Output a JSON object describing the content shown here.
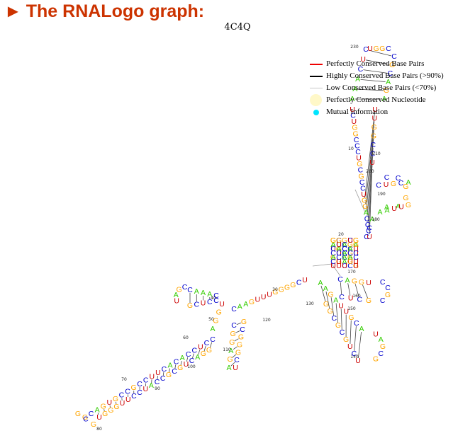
{
  "heading": {
    "arrow": "►",
    "text": "The RNALogo graph:"
  },
  "graph_title": "4C4Q",
  "legend": [
    {
      "label": "Perfectly Conserved Base Pairs",
      "swatch": "red-line"
    },
    {
      "label": "Highly Conserved Base Pairs (>90%)",
      "swatch": "black-line"
    },
    {
      "label": "Low Conserved Base Pairs (<70%)",
      "swatch": "gray-line"
    },
    {
      "label": "Perfectly Conserved Nucleotide",
      "swatch": "yellow-circle"
    },
    {
      "label": "Mutual Information",
      "swatch": "cyan-dot"
    }
  ],
  "colors": {
    "A": "#33cc00",
    "C": "#0000cc",
    "G": "#ffa500",
    "U": "#cc0000",
    "heading": "#cc3300",
    "highlight": "#fff8c8",
    "mutual_information": "#00e5ff"
  },
  "position_labels": [
    "10",
    "20",
    "30",
    "40",
    "50",
    "60",
    "70",
    "80",
    "90",
    "100",
    "110",
    "120",
    "130",
    "140",
    "150",
    "160",
    "170",
    "180",
    "190",
    "200",
    "210",
    "230"
  ],
  "nucleotides": [
    "U",
    "C",
    "C",
    "C",
    "A",
    "G",
    "G",
    "U",
    "C",
    "C",
    "G",
    "C",
    "G",
    "U",
    "C",
    "C",
    "C",
    "G",
    "G",
    "U",
    "C",
    "U",
    "A",
    "A",
    "A",
    "C",
    "U",
    "C",
    "U",
    "G",
    "G",
    "C",
    "C",
    "G",
    "C",
    "A",
    "G",
    "A",
    "U",
    "U",
    "G",
    "G",
    "C",
    "C",
    "U",
    "C",
    "U",
    "G",
    "C",
    "A",
    "C",
    "C",
    "G",
    "G",
    "A",
    "A",
    "G",
    "U",
    "U",
    "A",
    "A",
    "A",
    "C",
    "C",
    "U",
    "C",
    "G",
    "G",
    "G",
    "G",
    "U",
    "U",
    "U",
    "G",
    "A",
    "A",
    "C",
    "U",
    "G",
    "G",
    "A",
    "G",
    "C",
    "G",
    "G",
    "G",
    "C",
    "U",
    "A",
    "G",
    "A",
    "G",
    "G",
    "C",
    "C",
    "C",
    "U",
    "C",
    "G",
    "U",
    "A",
    "G",
    "C",
    "C",
    "A",
    "A",
    "A",
    "C",
    "C",
    "C",
    "U",
    "C",
    "C",
    "A",
    "C",
    "A",
    "C",
    "U",
    "U",
    "C",
    "C",
    "G",
    "C",
    "C",
    "G",
    "U",
    "G",
    "A",
    "C",
    "G",
    "G",
    "C",
    "G",
    "U",
    "G",
    "G",
    "G",
    "U",
    "U",
    "C",
    "C",
    "U",
    "A",
    "C",
    "C",
    "G",
    "C",
    "G",
    "U",
    "C",
    "A",
    "G",
    "G",
    "A",
    "A",
    "G",
    "A",
    "U",
    "U",
    "G",
    "C",
    "A",
    "U",
    "A",
    "G",
    "C",
    "G",
    "U",
    "C",
    "U",
    "G",
    "C",
    "G",
    "C",
    "G",
    "G",
    "C",
    "A",
    "G",
    "G",
    "U",
    "C",
    "C",
    "G",
    "C",
    "G",
    "C",
    "U",
    "C",
    "G",
    "A",
    "G",
    "A",
    "G",
    "U",
    "U",
    "C",
    "A",
    "C",
    "U",
    "G",
    "G",
    "C",
    "C",
    "A",
    "U",
    "U",
    "C",
    "U",
    "G",
    "G",
    "C",
    "C",
    "G",
    "C",
    "C",
    "U",
    "G",
    "G",
    "U",
    "C",
    "C",
    "A",
    "C",
    "G",
    "A",
    "A",
    "C",
    "A",
    "U",
    "U",
    "G",
    "C",
    "A",
    "C",
    "A",
    "U",
    "U",
    "U",
    "G",
    "C",
    "C",
    "A",
    "G",
    "U",
    "G",
    "U",
    "C",
    "C"
  ]
}
